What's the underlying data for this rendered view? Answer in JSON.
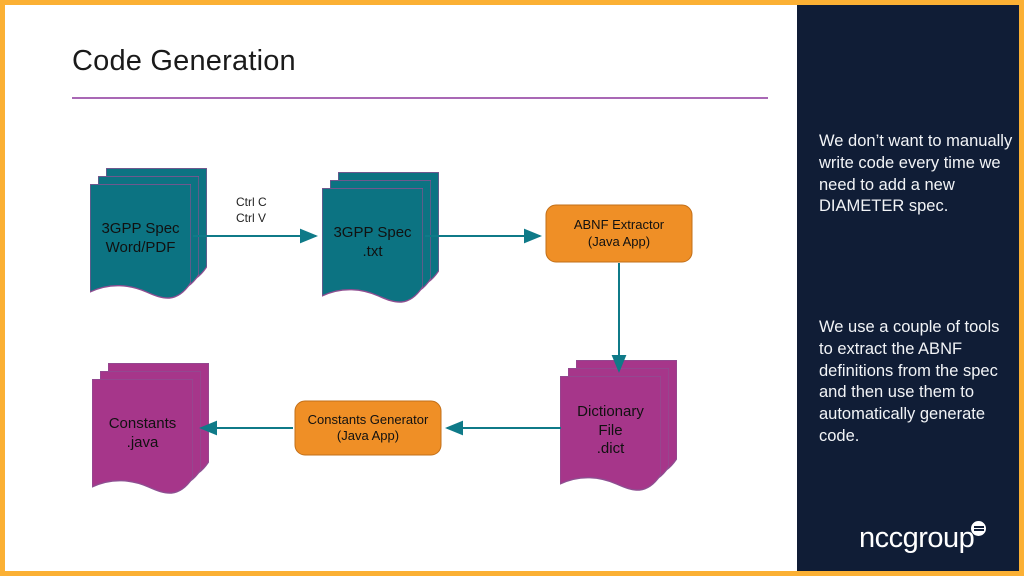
{
  "slide": {
    "title": "Code Generation",
    "border_color": "#fbb034",
    "rule_color": "#a968b5",
    "panel_color": "#101d36"
  },
  "palette": {
    "teal": "#0c7382",
    "magenta": "#a6368a",
    "orange": "#ef8f26",
    "arrow": "#0f7a88",
    "doc_outline": "#8e4f91"
  },
  "diagram": {
    "nodes": [
      {
        "id": "spec-word-pdf",
        "kind": "document-stack",
        "color": "#0c7382",
        "lines": [
          "3GPP Spec",
          "Word/PDF"
        ]
      },
      {
        "id": "spec-txt",
        "kind": "document-stack",
        "color": "#0c7382",
        "lines": [
          "3GPP Spec",
          ".txt"
        ]
      },
      {
        "id": "abnf-extractor",
        "kind": "process",
        "color": "#ef8f26",
        "lines": [
          "ABNF Extractor",
          "(Java App)"
        ]
      },
      {
        "id": "dictionary-file",
        "kind": "document-stack",
        "color": "#a6368a",
        "lines": [
          "Dictionary",
          "File",
          ".dict"
        ]
      },
      {
        "id": "constants-generator",
        "kind": "process",
        "color": "#ef8f26",
        "lines": [
          "Constants Generator",
          "(Java App)"
        ]
      },
      {
        "id": "constants-java",
        "kind": "document-stack",
        "color": "#a6368a",
        "lines": [
          "Constants",
          ".java"
        ]
      }
    ],
    "edges": [
      {
        "from": "spec-word-pdf",
        "to": "spec-txt",
        "label": [
          "Ctrl C",
          "Ctrl V"
        ]
      },
      {
        "from": "spec-txt",
        "to": "abnf-extractor",
        "label": []
      },
      {
        "from": "abnf-extractor",
        "to": "dictionary-file",
        "label": []
      },
      {
        "from": "dictionary-file",
        "to": "constants-generator",
        "label": []
      },
      {
        "from": "constants-generator",
        "to": "constants-java",
        "label": []
      }
    ]
  },
  "notes": [
    "We don’t want to manually write code every time we need to add a new DIAMETER  spec.",
    "We use a couple of tools to extract the ABNF  definitions from the spec and then use them to automatically generate code."
  ],
  "logo": {
    "word": "nccgroup"
  }
}
